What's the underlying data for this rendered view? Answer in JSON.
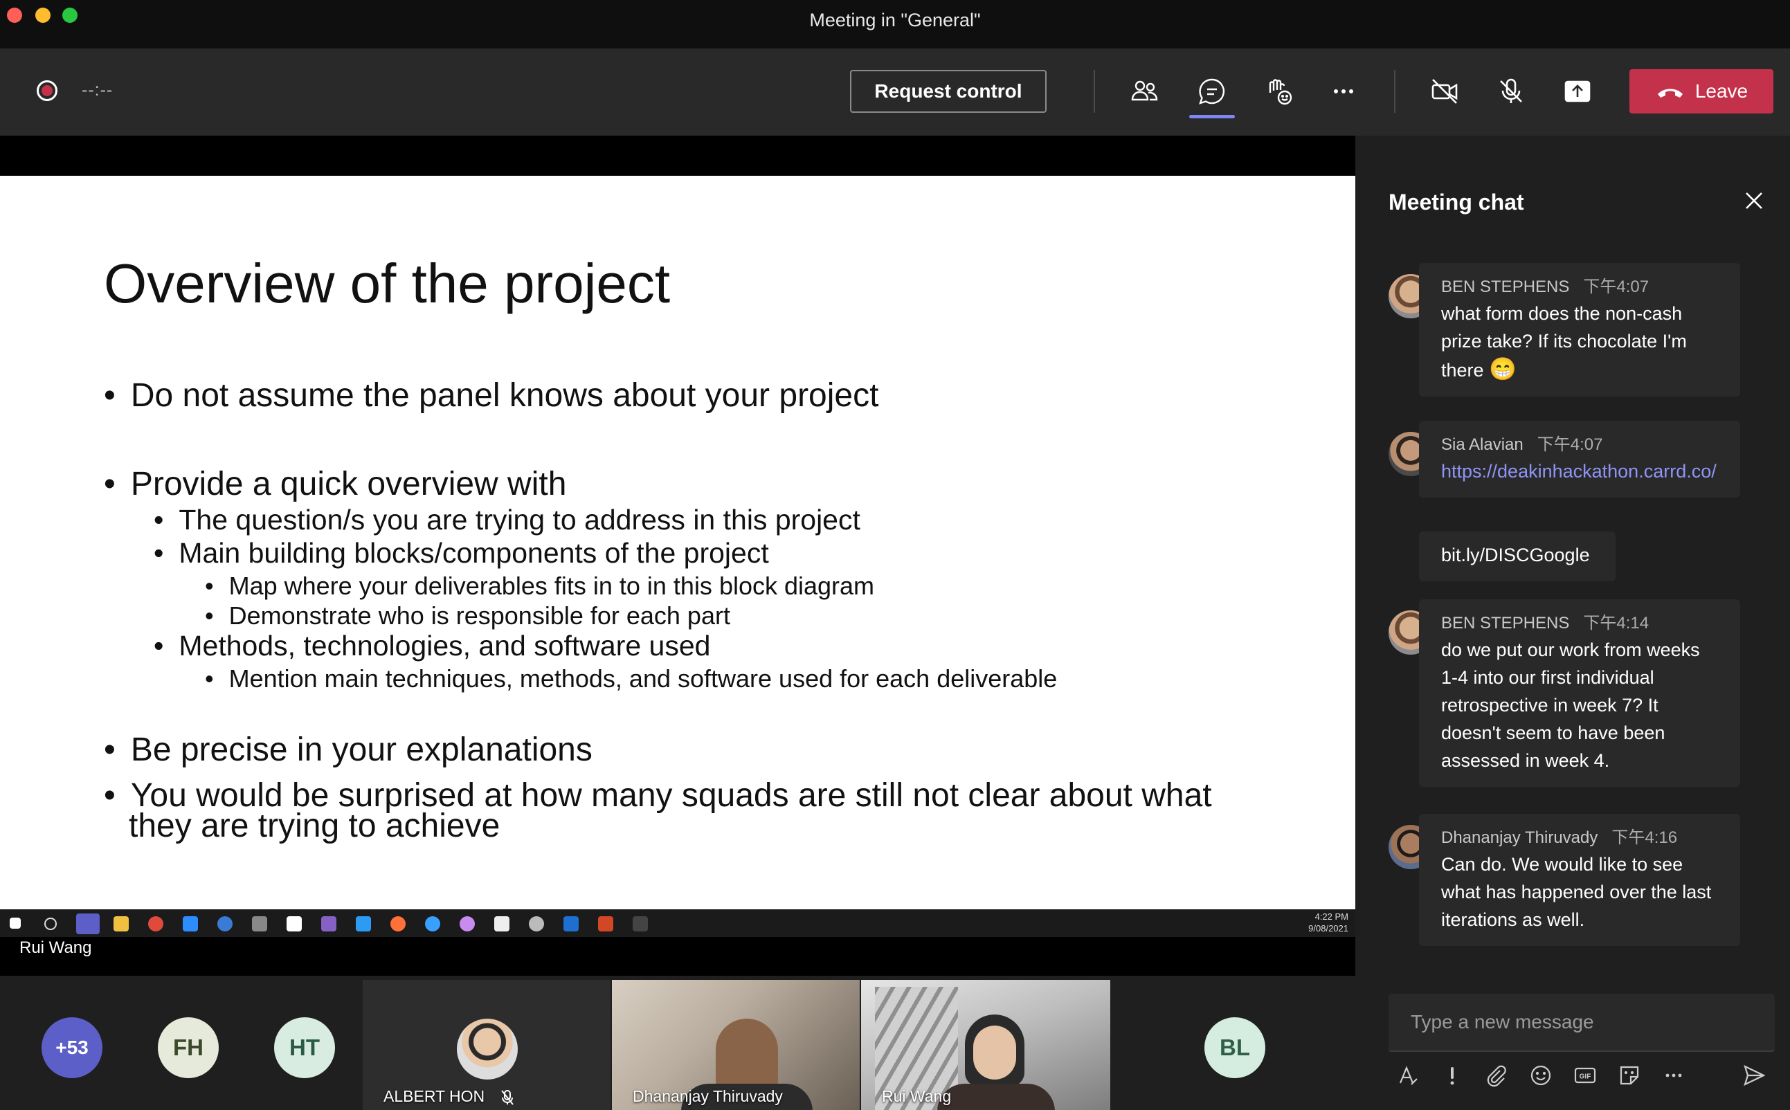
{
  "window": {
    "title": "Meeting in \"General\""
  },
  "toolbar": {
    "timer": "--:--",
    "request_control_label": "Request control",
    "leave_label": "Leave",
    "icons": [
      "record-icon",
      "people-icon",
      "chat-icon",
      "raise-hand-icon",
      "more-icon",
      "camera-off-icon",
      "mic-off-icon",
      "share-icon",
      "phone-icon"
    ]
  },
  "slide": {
    "title": "Overview of the project",
    "bullets": {
      "b1": "Do not assume the panel knows about your project",
      "b2": "Provide a quick overview with",
      "b2_1": "The question/s you are trying to address in this project",
      "b2_2": "Main building blocks/components of the project",
      "b2_2_1": "Map where your deliverables fits in to in this block diagram",
      "b2_2_2": "Demonstrate who is responsible for each part",
      "b2_3": "Methods, technologies, and software used",
      "b2_3_1": "Mention main techniques, methods, and software used for each deliverable",
      "b3": "Be precise in your explanations",
      "b4_line1": "You would be surprised at how many squads are still not clear about what",
      "b4_line2": "they are trying to achieve"
    },
    "taskbar": {
      "time": "4:22 PM",
      "date": "9/08/2021"
    }
  },
  "presenter": {
    "name": "Rui Wang"
  },
  "gallery": {
    "overflow_count": "+53",
    "avatars": [
      {
        "initials": "FH",
        "color": "#e6eadb",
        "text_color": "#3c4a2c"
      },
      {
        "initials": "HT",
        "color": "#d8ece2",
        "text_color": "#2a5a45"
      },
      {
        "initials": "BL",
        "color": "#d5ede1",
        "text_color": "#2f5f49"
      }
    ],
    "overflow_color": "#5b5fc7",
    "tiles": [
      {
        "name": "ALBERT HON"
      },
      {
        "name": "Dhananjay Thiruvady"
      },
      {
        "name": "Rui Wang"
      }
    ]
  },
  "chat": {
    "title": "Meeting chat",
    "messages": [
      {
        "sender": "BEN STEPHENS",
        "time": "下午4:07",
        "text": "what form does the non-cash prize take? If its chocolate I'm there",
        "emoji": "😁"
      },
      {
        "sender": "Sia Alavian",
        "time": "下午4:07",
        "link": "https://deakinhackathon.carrd.co/",
        "extra": "bit.ly/DISCGoogle"
      },
      {
        "sender": "BEN STEPHENS",
        "time": "下午4:14",
        "text": "do we put our work from weeks 1-4 into our first individual retrospective in week 7? It doesn't seem to have been assessed in week 4."
      },
      {
        "sender": "Dhananjay Thiruvady",
        "time": "下午4:16",
        "text": "Can do. We would like to see what has happened over the last iterations as well."
      }
    ],
    "compose_placeholder": "Type a new message",
    "compose_icons": [
      "format-icon",
      "important-icon",
      "attach-icon",
      "emoji-icon",
      "gif-icon",
      "sticker-icon",
      "more-options-icon",
      "send-icon"
    ]
  },
  "colors": {
    "leave": "#c4314b",
    "accent": "#7f85f5",
    "link": "#8f95f7"
  }
}
